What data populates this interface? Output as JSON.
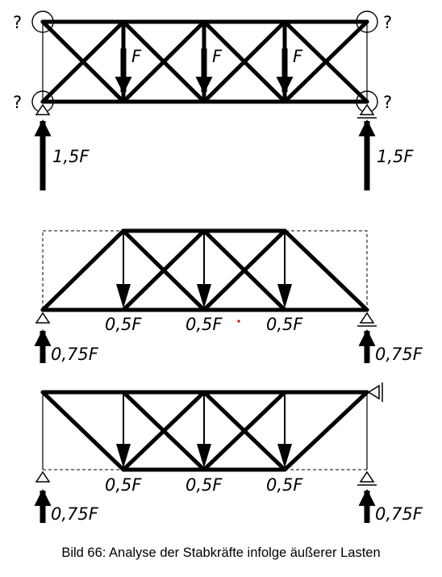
{
  "diagram1": {
    "unknown_marks": [
      "?",
      "?",
      "?",
      "?"
    ],
    "load_labels": [
      "F",
      "F",
      "F"
    ],
    "reaction_labels": [
      "1,5F",
      "1,5F"
    ]
  },
  "diagram2": {
    "load_labels": [
      "0,5F",
      "0,5F",
      "0,5F"
    ],
    "reaction_labels": [
      "0,75F",
      "0,75F"
    ]
  },
  "diagram3": {
    "load_labels": [
      "0,5F",
      "0,5F",
      "0,5F"
    ],
    "reaction_labels": [
      "0,75F",
      "0,75F"
    ]
  },
  "caption": "Bild 66: Analyse der Stabkräfte infolge äußerer Lasten",
  "colors": {
    "ink": "#000000",
    "dot": "#d00000"
  }
}
